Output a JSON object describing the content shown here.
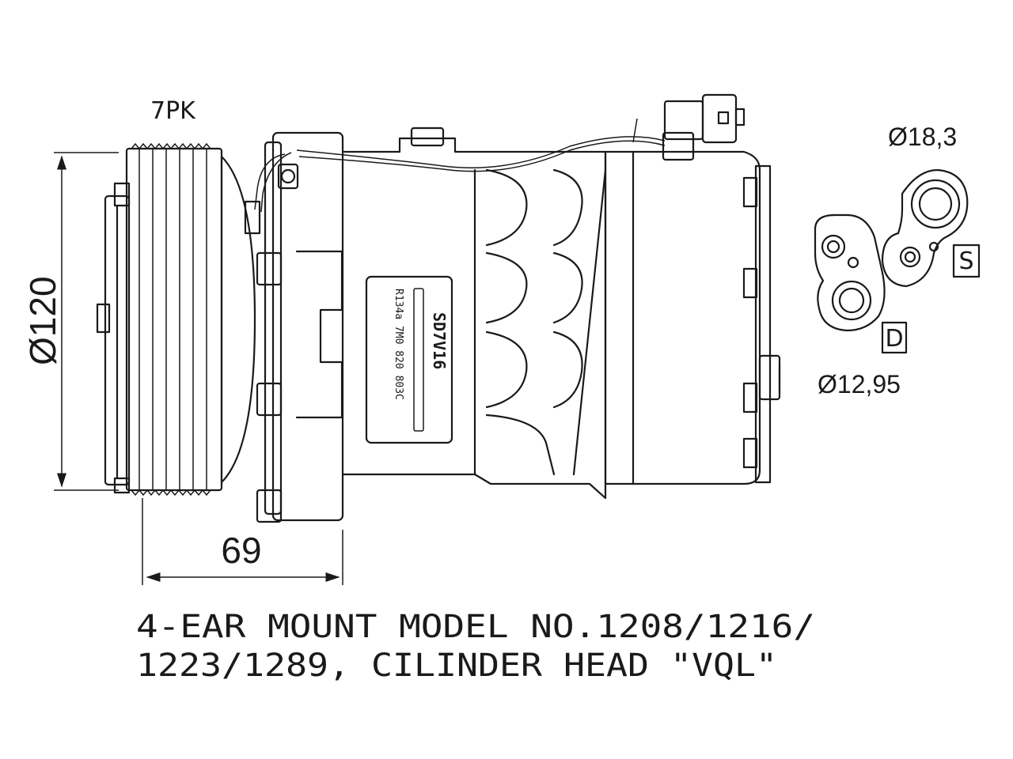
{
  "belt": "7PK",
  "dimensions": {
    "pulley_diameter": "Ø120",
    "pulley_offset": "69",
    "suction_port": "Ø18,3",
    "discharge_port": "Ø12,95"
  },
  "port_letters": {
    "suction": "S",
    "discharge": "D"
  },
  "nameplate": {
    "model": "SD7V16",
    "line1": "R134a  7M0  820  803C"
  },
  "caption": {
    "line1": "4-EAR MOUNT MODEL NO.1208/1216/",
    "line2": "1223/1289, CILINDER HEAD \"VQL\""
  }
}
